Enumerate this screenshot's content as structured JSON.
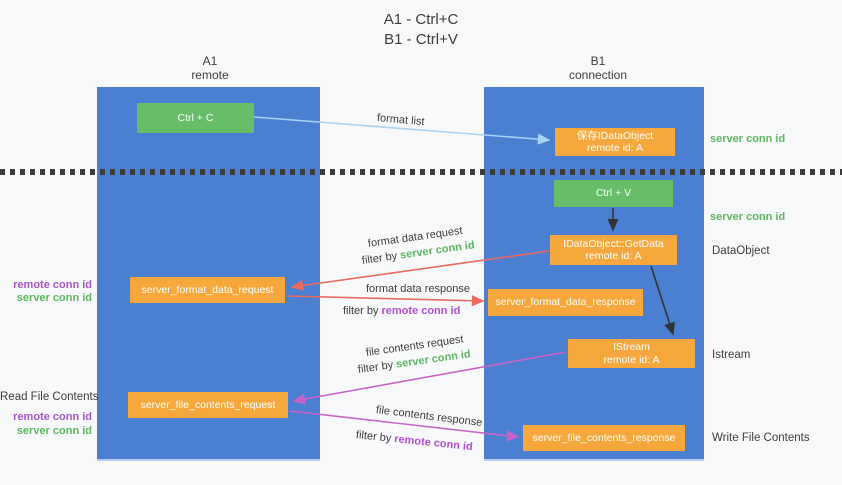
{
  "title": {
    "line1": "A1 - Ctrl+C",
    "line2": "B1 - Ctrl+V"
  },
  "columns": {
    "a1": {
      "name": "A1",
      "role": "remote"
    },
    "b1": {
      "name": "B1",
      "role": "connection"
    }
  },
  "boxes": {
    "ctrl_c": {
      "label": "Ctrl + C"
    },
    "save_idataobject": {
      "line1": "保存IDataObject",
      "line2": "remote id: A"
    },
    "ctrl_v": {
      "label": "Ctrl + V"
    },
    "getdata": {
      "line1": "IDataObject::GetData",
      "line2": "remote id: A"
    },
    "format_request": {
      "label": "server_format_data_request"
    },
    "format_response": {
      "label": "server_format_data_response"
    },
    "istream": {
      "line1": "IStream",
      "line2": "remote id: A"
    },
    "file_request": {
      "label": "server_file_contents_request"
    },
    "file_response": {
      "label": "server_file_contents_response"
    }
  },
  "side_labels": {
    "right_server_conn_1": "server conn id",
    "right_server_conn_2": "server conn id",
    "dataobject": "DataObject",
    "istream": "Istream",
    "write_file": "Write File Contents",
    "left_remote_conn_1": "remote conn id",
    "left_server_conn_1": "server conn id",
    "read_file": "Read File Contents",
    "left_remote_conn_2": "remote conn id",
    "left_server_conn_2": "server conn id"
  },
  "messages": {
    "format_list": "format list",
    "format_data_request": "format data request",
    "format_data_request_filter": {
      "prefix": "filter by",
      "value": "server conn id"
    },
    "format_data_response": "format data response",
    "format_data_response_filter": {
      "prefix": "filter by",
      "value": "remote conn id"
    },
    "file_contents_request": "file contents request",
    "file_contents_request_filter": {
      "prefix": "filter by",
      "value": "server conn id"
    },
    "file_contents_response": "file contents response",
    "file_contents_response_filter": {
      "prefix": "filter by",
      "value": "remote conn id"
    }
  },
  "colors": {
    "lifeline_blue": "#4a7fd2",
    "box_green": "#68bd6a",
    "box_orange": "#f6a83d",
    "green_text": "#5cb860",
    "purple_text": "#a855c8",
    "magenta_text": "#b14fd4",
    "arrow_lightblue": "#a9d3f2",
    "arrow_red": "#e8695f",
    "arrow_magenta": "#c863c8",
    "arrow_black": "#333333"
  }
}
